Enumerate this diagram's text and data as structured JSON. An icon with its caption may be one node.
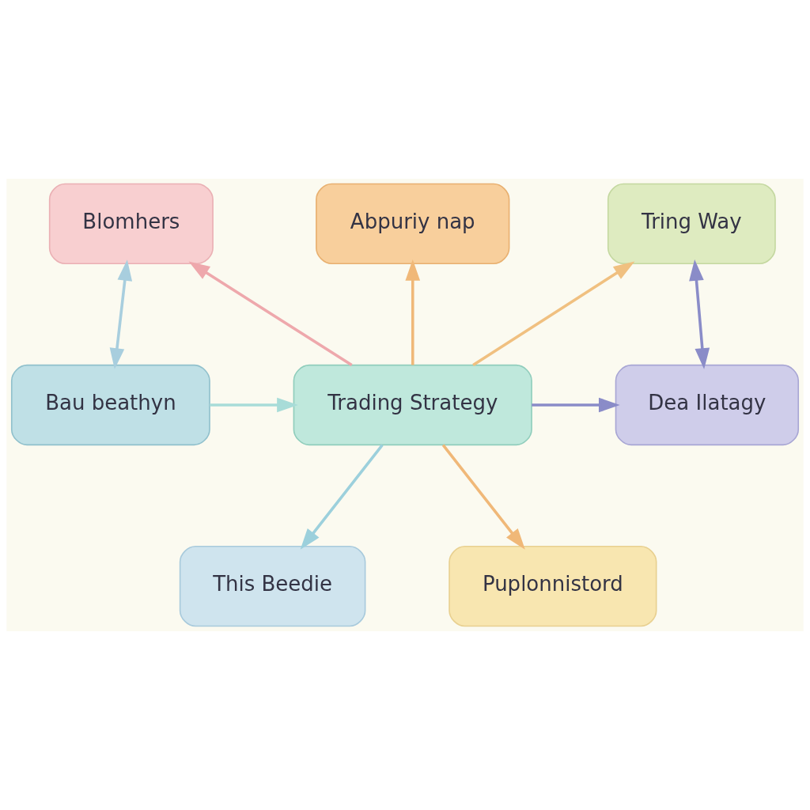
{
  "diagram": {
    "nodes": [
      {
        "text": [
          "Abpuriy nap"
        ]
      },
      {
        "text": [
          "Blomhers"
        ]
      },
      {
        "text": [
          "Tring Way"
        ]
      },
      {
        "text": [
          "Bau beathyn"
        ]
      },
      {
        "text": [
          "Trading Strategy"
        ]
      },
      {
        "text": [
          "Dea Ilatagy"
        ]
      },
      {
        "text": [
          "This Beedie"
        ]
      },
      {
        "text": [
          "Puplonnistord"
        ]
      }
    ],
    "edges": [
      {
        "from": 4,
        "to": 0,
        "arrow": "to",
        "color": "#f0b878"
      },
      {
        "from": 4,
        "to": 1,
        "arrow": "to",
        "color": "#eea8ac"
      },
      {
        "from": 4,
        "to": 2,
        "arrow": "to",
        "color": "#f0c080"
      },
      {
        "from": 1,
        "to": 3,
        "arrow": "both",
        "color": "#a8cede"
      },
      {
        "from": 2,
        "to": 5,
        "arrow": "both",
        "color": "#8a8cc8"
      },
      {
        "from": 3,
        "to": 4,
        "arrow": "to",
        "color": "#a8dcd8"
      },
      {
        "from": 4,
        "to": 5,
        "arrow": "to",
        "color": "#8a8cc8"
      },
      {
        "from": 4,
        "to": 6,
        "arrow": "to",
        "color": "#9cd0dc"
      },
      {
        "from": 4,
        "to": 7,
        "arrow": "to",
        "color": "#f0b878"
      }
    ]
  }
}
